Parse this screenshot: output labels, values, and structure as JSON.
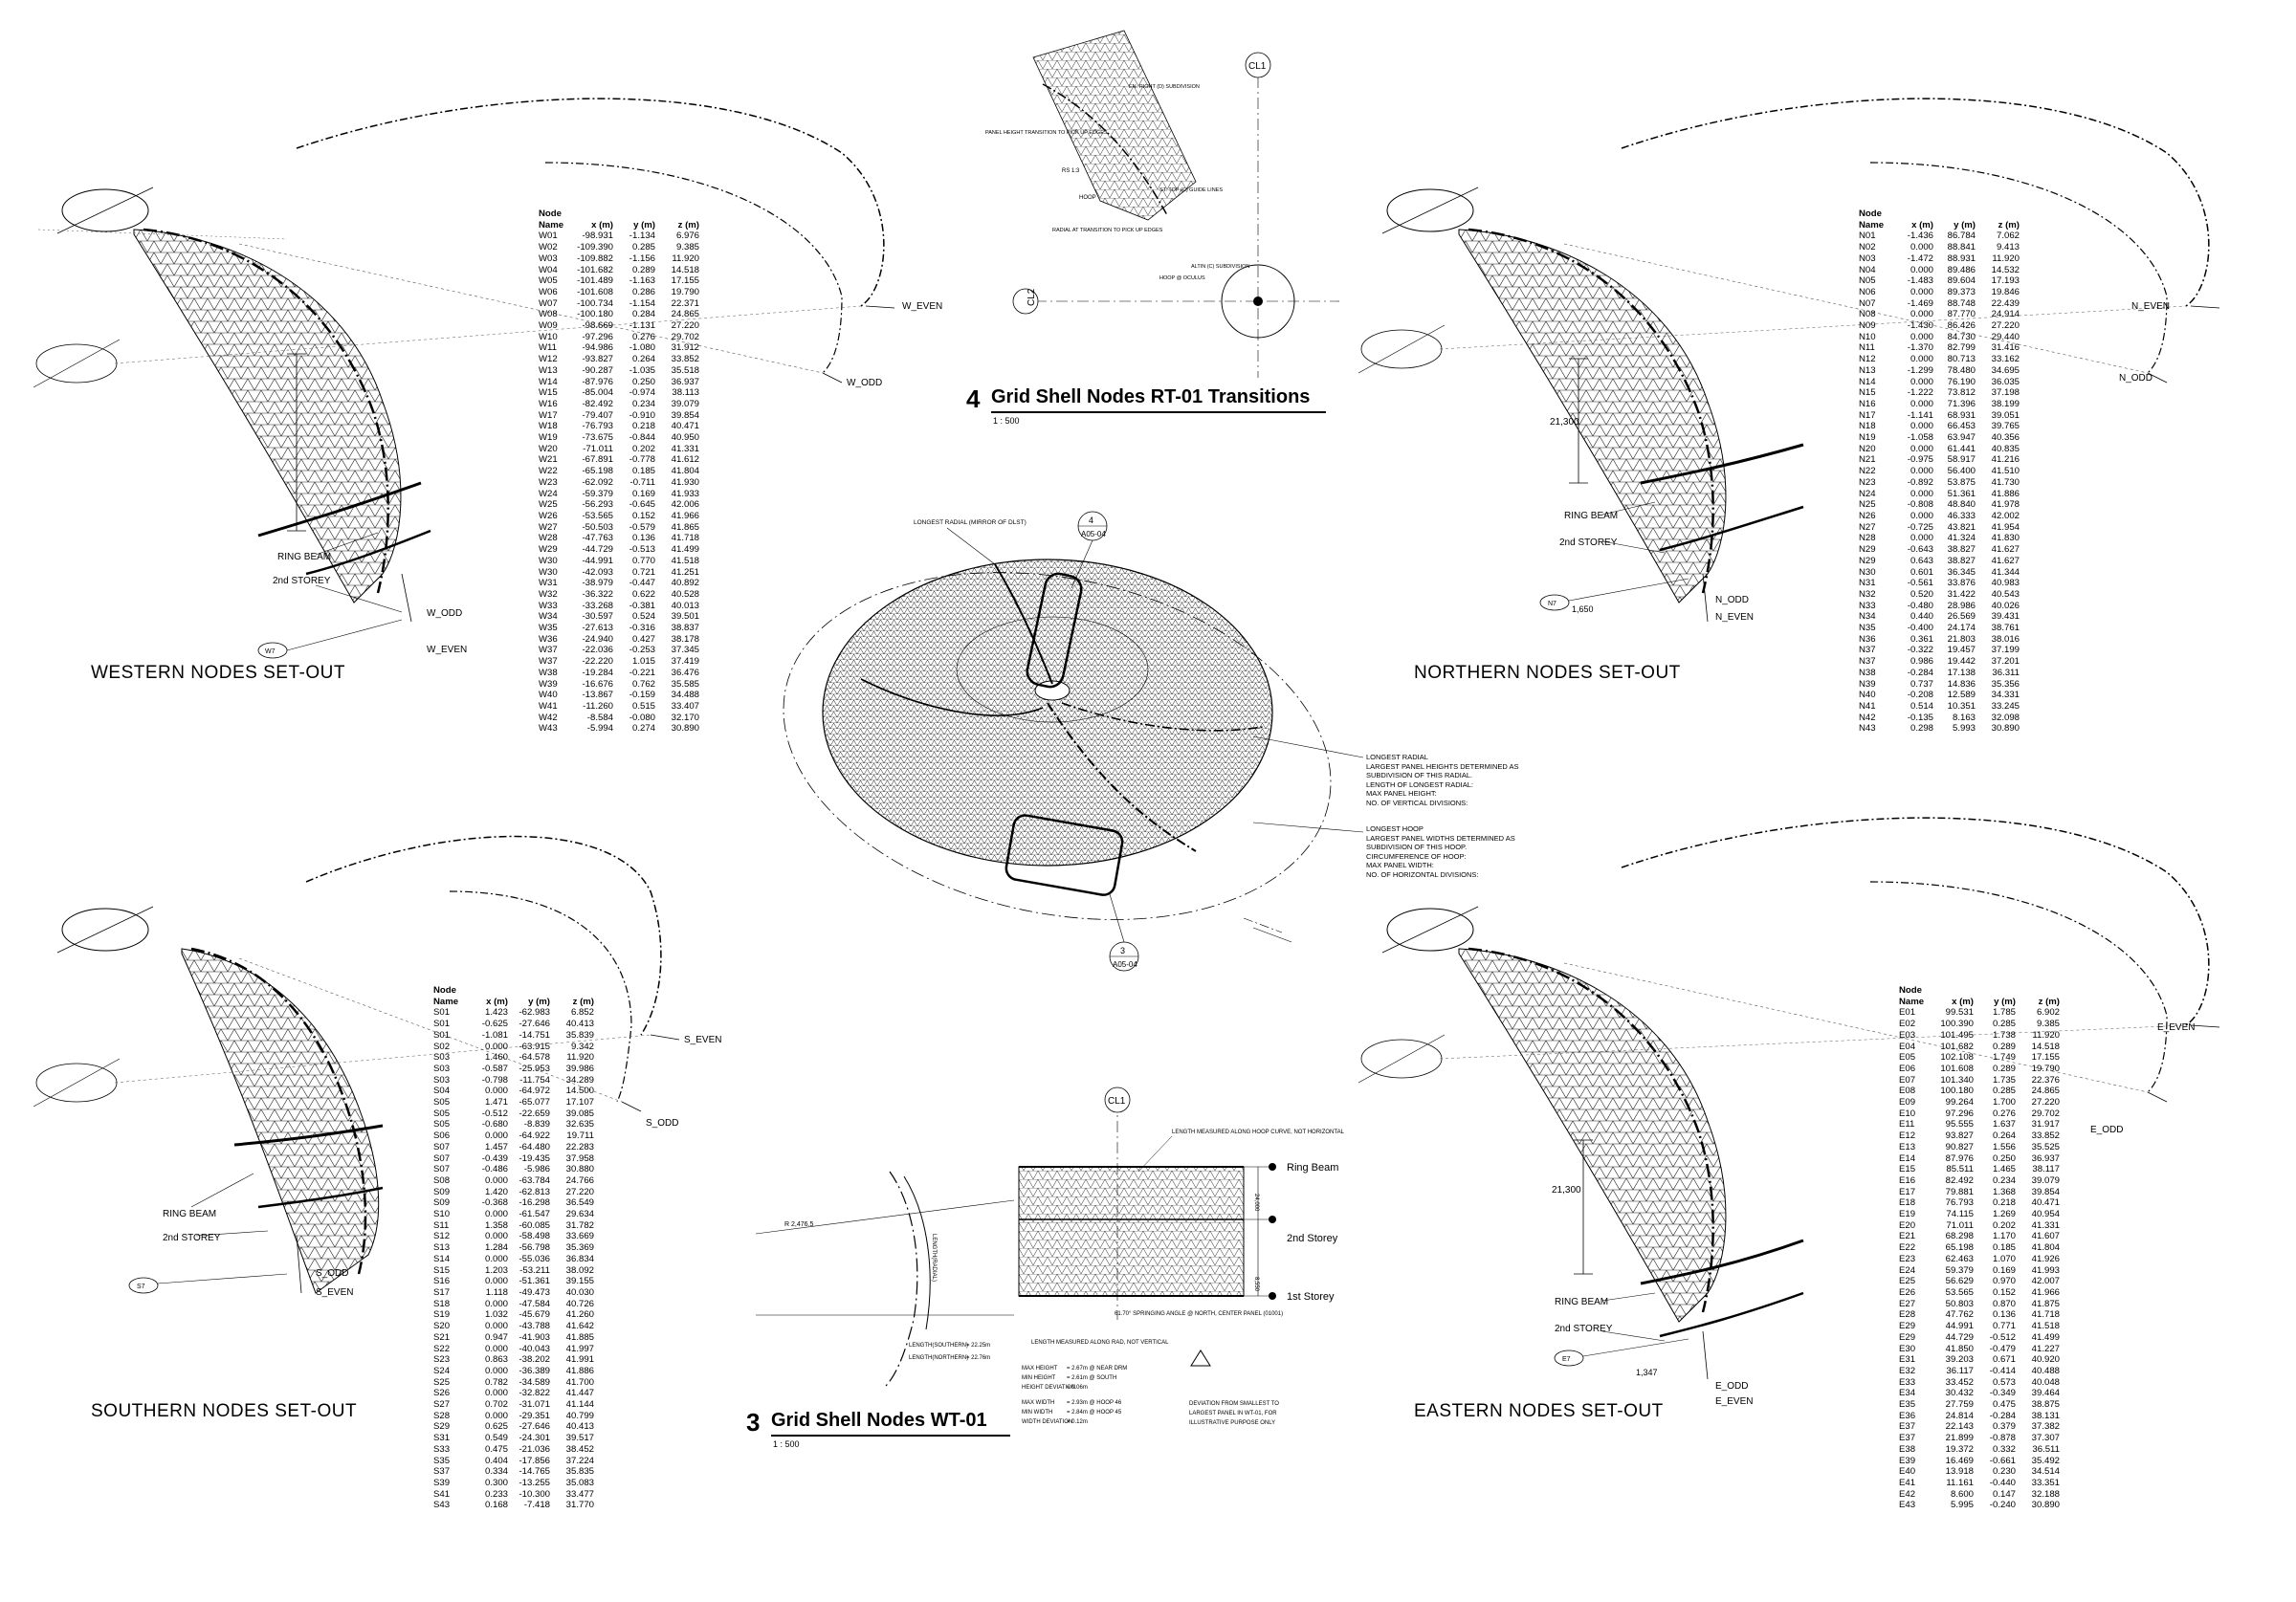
{
  "panels": {
    "western": {
      "title": "WESTERN NODES SET-OUT",
      "ring_beam": "RING BEAM",
      "storey": "2nd STOREY",
      "odd": "W_ODD",
      "even": "W_EVEN",
      "tag": "W7"
    },
    "northern": {
      "title": "NORTHERN NODES SET-OUT",
      "ring_beam": "RING BEAM",
      "storey": "2nd STOREY",
      "odd": "N_ODD",
      "even": "N_EVEN",
      "tag": "N7",
      "dim": "21,300",
      "dim2": "1,650"
    },
    "southern": {
      "title": "SOUTHERN NODES SET-OUT",
      "ring_beam": "RING BEAM",
      "storey": "2nd STOREY",
      "odd": "S_ODD",
      "even": "S_EVEN",
      "tag": "S7"
    },
    "eastern": {
      "title": "EASTERN NODES SET-OUT",
      "ring_beam": "RING BEAM",
      "storey": "2nd STOREY",
      "odd": "E_ODD",
      "even": "E_EVEN",
      "tag": "E7",
      "dim": "21,300",
      "dim2": "1,347"
    }
  },
  "tables": {
    "header": {
      "node": "Node",
      "name": "Name",
      "x": "x (m)",
      "y": "y (m)",
      "z": "z (m)"
    },
    "western": [
      [
        "W01",
        "-98.931",
        "-1.134",
        "6.976"
      ],
      [
        "W02",
        "-109.390",
        "0.285",
        "9.385"
      ],
      [
        "W03",
        "-109.882",
        "-1.156",
        "11.920"
      ],
      [
        "W04",
        "-101.682",
        "0.289",
        "14.518"
      ],
      [
        "W05",
        "-101.489",
        "-1.163",
        "17.155"
      ],
      [
        "W06",
        "-101.608",
        "0.286",
        "19.790"
      ],
      [
        "W07",
        "-100.734",
        "-1.154",
        "22.371"
      ],
      [
        "W08",
        "-100.180",
        "0.284",
        "24.865"
      ],
      [
        "W09",
        "-98.669",
        "-1.131",
        "27.220"
      ],
      [
        "W10",
        "-97.296",
        "0.276",
        "29.702"
      ],
      [
        "W11",
        "-94.986",
        "-1.080",
        "31.912"
      ],
      [
        "W12",
        "-93.827",
        "0.264",
        "33.852"
      ],
      [
        "W13",
        "-90.287",
        "-1.035",
        "35.518"
      ],
      [
        "W14",
        "-87.976",
        "0.250",
        "36.937"
      ],
      [
        "W15",
        "-85.004",
        "-0.974",
        "38.113"
      ],
      [
        "W16",
        "-82.492",
        "0.234",
        "39.079"
      ],
      [
        "W17",
        "-79.407",
        "-0.910",
        "39.854"
      ],
      [
        "W18",
        "-76.793",
        "0.218",
        "40.471"
      ],
      [
        "W19",
        "-73.675",
        "-0.844",
        "40.950"
      ],
      [
        "W20",
        "-71.011",
        "0.202",
        "41.331"
      ],
      [
        "W21",
        "-67.891",
        "-0.778",
        "41.612"
      ],
      [
        "W22",
        "-65.198",
        "0.185",
        "41.804"
      ],
      [
        "W23",
        "-62.092",
        "-0.711",
        "41.930"
      ],
      [
        "W24",
        "-59.379",
        "0.169",
        "41.933"
      ],
      [
        "W25",
        "-56.293",
        "-0.645",
        "42.006"
      ],
      [
        "W26",
        "-53.565",
        "0.152",
        "41.966"
      ],
      [
        "W27",
        "-50.503",
        "-0.579",
        "41.865"
      ],
      [
        "W28",
        "-47.763",
        "0.136",
        "41.718"
      ],
      [
        "W29",
        "-44.729",
        "-0.513",
        "41.499"
      ],
      [
        "W30",
        "-44.991",
        "0.770",
        "41.518"
      ],
      [
        "W30",
        "-42.093",
        "0.721",
        "41.251"
      ],
      [
        "W31",
        "-38.979",
        "-0.447",
        "40.892"
      ],
      [
        "W32",
        "-36.322",
        "0.622",
        "40.528"
      ],
      [
        "W33",
        "-33.268",
        "-0.381",
        "40.013"
      ],
      [
        "W34",
        "-30.597",
        "0.524",
        "39.501"
      ],
      [
        "W35",
        "-27.613",
        "-0.316",
        "38.837"
      ],
      [
        "W36",
        "-24.940",
        "0.427",
        "38.178"
      ],
      [
        "W37",
        "-22.036",
        "-0.253",
        "37.345"
      ],
      [
        "W37",
        "-22.220",
        "1.015",
        "37.419"
      ],
      [
        "W38",
        "-19.284",
        "-0.221",
        "36.476"
      ],
      [
        "W39",
        "-16.676",
        "0.762",
        "35.585"
      ],
      [
        "W40",
        "-13.867",
        "-0.159",
        "34.488"
      ],
      [
        "W41",
        "-11.260",
        "0.515",
        "33.407"
      ],
      [
        "W42",
        "-8.584",
        "-0.080",
        "32.170"
      ],
      [
        "W43",
        "-5.994",
        "0.274",
        "30.890"
      ]
    ],
    "northern": [
      [
        "N01",
        "-1.436",
        "86.784",
        "7.062"
      ],
      [
        "N02",
        "0.000",
        "88.841",
        "9.413"
      ],
      [
        "N03",
        "-1.472",
        "88.931",
        "11.920"
      ],
      [
        "N04",
        "0.000",
        "89.486",
        "14.532"
      ],
      [
        "N05",
        "-1.483",
        "89.604",
        "17.193"
      ],
      [
        "N06",
        "0.000",
        "89.373",
        "19.846"
      ],
      [
        "N07",
        "-1.469",
        "88.748",
        "22.439"
      ],
      [
        "N08",
        "0.000",
        "87.770",
        "24.914"
      ],
      [
        "N09",
        "-1.430",
        "86.426",
        "27.220"
      ],
      [
        "N10",
        "0.000",
        "84.730",
        "29.440"
      ],
      [
        "N11",
        "-1.370",
        "82.799",
        "31.416"
      ],
      [
        "N12",
        "0.000",
        "80.713",
        "33.162"
      ],
      [
        "N13",
        "-1.299",
        "78.480",
        "34.695"
      ],
      [
        "N14",
        "0.000",
        "76.190",
        "36.035"
      ],
      [
        "N15",
        "-1.222",
        "73.812",
        "37.198"
      ],
      [
        "N16",
        "0.000",
        "71.396",
        "38.199"
      ],
      [
        "N17",
        "-1.141",
        "68.931",
        "39.051"
      ],
      [
        "N18",
        "0.000",
        "66.453",
        "39.765"
      ],
      [
        "N19",
        "-1.058",
        "63.947",
        "40.356"
      ],
      [
        "N20",
        "0.000",
        "61.441",
        "40.835"
      ],
      [
        "N21",
        "-0.975",
        "58.917",
        "41.216"
      ],
      [
        "N22",
        "0.000",
        "56.400",
        "41.510"
      ],
      [
        "N23",
        "-0.892",
        "53.875",
        "41.730"
      ],
      [
        "N24",
        "0.000",
        "51.361",
        "41.886"
      ],
      [
        "N25",
        "-0.808",
        "48.840",
        "41.978"
      ],
      [
        "N26",
        "0.000",
        "46.333",
        "42.002"
      ],
      [
        "N27",
        "-0.725",
        "43.821",
        "41.954"
      ],
      [
        "N28",
        "0.000",
        "41.324",
        "41.830"
      ],
      [
        "N29",
        "-0.643",
        "38.827",
        "41.627"
      ],
      [
        "N29",
        "0.643",
        "38.827",
        "41.627"
      ],
      [
        "N30",
        "0.601",
        "36.345",
        "41.344"
      ],
      [
        "N31",
        "-0.561",
        "33.876",
        "40.983"
      ],
      [
        "N32",
        "0.520",
        "31.422",
        "40.543"
      ],
      [
        "N33",
        "-0.480",
        "28.986",
        "40.026"
      ],
      [
        "N34",
        "0.440",
        "26.569",
        "39.431"
      ],
      [
        "N35",
        "-0.400",
        "24.174",
        "38.761"
      ],
      [
        "N36",
        "0.361",
        "21.803",
        "38.016"
      ],
      [
        "N37",
        "-0.322",
        "19.457",
        "37.199"
      ],
      [
        "N37",
        "0.986",
        "19.442",
        "37.201"
      ],
      [
        "N38",
        "-0.284",
        "17.138",
        "36.311"
      ],
      [
        "N39",
        "0.737",
        "14.836",
        "35.356"
      ],
      [
        "N40",
        "-0.208",
        "12.589",
        "34.331"
      ],
      [
        "N41",
        "0.514",
        "10.351",
        "33.245"
      ],
      [
        "N42",
        "-0.135",
        "8.163",
        "32.098"
      ],
      [
        "N43",
        "0.298",
        "5.993",
        "30.890"
      ]
    ],
    "southern": [
      [
        "S01",
        "1.423",
        "-62.983",
        "6.852"
      ],
      [
        "S01",
        "-0.625",
        "-27.646",
        "40.413"
      ],
      [
        "S01",
        "-1.081",
        "-14.751",
        "35.839"
      ],
      [
        "S02",
        "0.000",
        "-63.915",
        "9.342"
      ],
      [
        "S03",
        "1.460",
        "-64.578",
        "11.920"
      ],
      [
        "S03",
        "-0.587",
        "-25.953",
        "39.986"
      ],
      [
        "S03",
        "-0.798",
        "-11.754",
        "34.289"
      ],
      [
        "S04",
        "0.000",
        "-64.972",
        "14.500"
      ],
      [
        "S05",
        "1.471",
        "-65.077",
        "17.107"
      ],
      [
        "S05",
        "-0.512",
        "-22.659",
        "39.085"
      ],
      [
        "S05",
        "-0.680",
        "-8.839",
        "32.635"
      ],
      [
        "S06",
        "0.000",
        "-64.922",
        "19.711"
      ],
      [
        "S07",
        "1.457",
        "-64.480",
        "22.283"
      ],
      [
        "S07",
        "-0.439",
        "-19.435",
        "37.958"
      ],
      [
        "S07",
        "-0.486",
        "-5.986",
        "30.880"
      ],
      [
        "S08",
        "0.000",
        "-63.784",
        "24.766"
      ],
      [
        "S09",
        "1.420",
        "-62.813",
        "27.220"
      ],
      [
        "S09",
        "-0.368",
        "-16.298",
        "36.549"
      ],
      [
        "S10",
        "0.000",
        "-61.547",
        "29.634"
      ],
      [
        "S11",
        "1.358",
        "-60.085",
        "31.782"
      ],
      [
        "S12",
        "0.000",
        "-58.498",
        "33.669"
      ],
      [
        "S13",
        "1.284",
        "-56.798",
        "35.369"
      ],
      [
        "S14",
        "0.000",
        "-55.036",
        "36.834"
      ],
      [
        "S15",
        "1.203",
        "-53.211",
        "38.092"
      ],
      [
        "S16",
        "0.000",
        "-51.361",
        "39.155"
      ],
      [
        "S17",
        "1.118",
        "-49.473",
        "40.030"
      ],
      [
        "S18",
        "0.000",
        "-47.584",
        "40.726"
      ],
      [
        "S19",
        "1.032",
        "-45.679",
        "41.260"
      ],
      [
        "S20",
        "0.000",
        "-43.788",
        "41.642"
      ],
      [
        "S21",
        "0.947",
        "-41.903",
        "41.885"
      ],
      [
        "S22",
        "0.000",
        "-40.043",
        "41.997"
      ],
      [
        "S23",
        "0.863",
        "-38.202",
        "41.991"
      ],
      [
        "S24",
        "0.000",
        "-36.389",
        "41.886"
      ],
      [
        "S25",
        "0.782",
        "-34.589",
        "41.700"
      ],
      [
        "S26",
        "0.000",
        "-32.822",
        "41.447"
      ],
      [
        "S27",
        "0.702",
        "-31.071",
        "41.144"
      ],
      [
        "S28",
        "0.000",
        "-29.351",
        "40.799"
      ],
      [
        "S29",
        "0.625",
        "-27.646",
        "40.413"
      ],
      [
        "S31",
        "0.549",
        "-24.301",
        "39.517"
      ],
      [
        "S33",
        "0.475",
        "-21.036",
        "38.452"
      ],
      [
        "S35",
        "0.404",
        "-17.856",
        "37.224"
      ],
      [
        "S37",
        "0.334",
        "-14.765",
        "35.835"
      ],
      [
        "S39",
        "0.300",
        "-13.255",
        "35.083"
      ],
      [
        "S41",
        "0.233",
        "-10.300",
        "33.477"
      ],
      [
        "S43",
        "0.168",
        "-7.418",
        "31.770"
      ]
    ],
    "eastern": [
      [
        "E01",
        "99.531",
        "1.785",
        "6.902"
      ],
      [
        "E02",
        "100.390",
        "0.285",
        "9.385"
      ],
      [
        "E03",
        "101.495",
        "1.738",
        "11.920"
      ],
      [
        "E04",
        "101.682",
        "0.289",
        "14.518"
      ],
      [
        "E05",
        "102.108",
        "1.749",
        "17.155"
      ],
      [
        "E06",
        "101.608",
        "0.289",
        "19.790"
      ],
      [
        "E07",
        "101.340",
        "1.735",
        "22.376"
      ],
      [
        "E08",
        "100.180",
        "0.285",
        "24.865"
      ],
      [
        "E09",
        "99.264",
        "1.700",
        "27.220"
      ],
      [
        "E10",
        "97.296",
        "0.276",
        "29.702"
      ],
      [
        "E11",
        "95.555",
        "1.637",
        "31.917"
      ],
      [
        "E12",
        "93.827",
        "0.264",
        "33.852"
      ],
      [
        "E13",
        "90.827",
        "1.556",
        "35.525"
      ],
      [
        "E14",
        "87.976",
        "0.250",
        "36.937"
      ],
      [
        "E15",
        "85.511",
        "1.465",
        "38.117"
      ],
      [
        "E16",
        "82.492",
        "0.234",
        "39.079"
      ],
      [
        "E17",
        "79.881",
        "1.368",
        "39.854"
      ],
      [
        "E18",
        "76.793",
        "0.218",
        "40.471"
      ],
      [
        "E19",
        "74.115",
        "1.269",
        "40.954"
      ],
      [
        "E20",
        "71.011",
        "0.202",
        "41.331"
      ],
      [
        "E21",
        "68.298",
        "1.170",
        "41.607"
      ],
      [
        "E22",
        "65.198",
        "0.185",
        "41.804"
      ],
      [
        "E23",
        "62.463",
        "1.070",
        "41.926"
      ],
      [
        "E24",
        "59.379",
        "0.169",
        "41.993"
      ],
      [
        "E25",
        "56.629",
        "0.970",
        "42.007"
      ],
      [
        "E26",
        "53.565",
        "0.152",
        "41.966"
      ],
      [
        "E27",
        "50.803",
        "0.870",
        "41.875"
      ],
      [
        "E28",
        "47.762",
        "0.136",
        "41.718"
      ],
      [
        "E29",
        "44.991",
        "0.771",
        "41.518"
      ],
      [
        "E29",
        "44.729",
        "-0.512",
        "41.499"
      ],
      [
        "E30",
        "41.850",
        "-0.479",
        "41.227"
      ],
      [
        "E31",
        "39.203",
        "0.671",
        "40.920"
      ],
      [
        "E32",
        "36.117",
        "-0.414",
        "40.488"
      ],
      [
        "E33",
        "33.452",
        "0.573",
        "40.048"
      ],
      [
        "E34",
        "30.432",
        "-0.349",
        "39.464"
      ],
      [
        "E35",
        "27.759",
        "0.475",
        "38.875"
      ],
      [
        "E36",
        "24.814",
        "-0.284",
        "38.131"
      ],
      [
        "E37",
        "22.143",
        "0.379",
        "37.382"
      ],
      [
        "E37",
        "21.899",
        "-0.878",
        "37.307"
      ],
      [
        "E38",
        "19.372",
        "0.332",
        "36.511"
      ],
      [
        "E39",
        "16.469",
        "-0.661",
        "35.492"
      ],
      [
        "E40",
        "13.918",
        "0.230",
        "34.514"
      ],
      [
        "E41",
        "11.161",
        "-0.440",
        "33.351"
      ],
      [
        "E42",
        "8.600",
        "0.147",
        "32.188"
      ],
      [
        "E43",
        "5.995",
        "-0.240",
        "30.890"
      ]
    ]
  },
  "details": {
    "rt01": {
      "number": "4",
      "title": "Grid Shell Nodes RT-01 Transitions",
      "scale": "1 : 500",
      "cl1": "CL1",
      "cl2": "CL2",
      "notes": [
        "PANEL HEIGHT TRANSITION TO PICK UP EDGES",
        "EN. RIGHT (D) SUBDIVISION",
        "RS 1:3",
        "HOOP",
        "ST. TOP (C) GUIDE LINES",
        "RADIAL AT TRANSITION TO PICK UP EDGES",
        "HOOP @ OCULUS",
        "ALTIN (C) SUBDIVISION"
      ]
    },
    "wt01": {
      "number": "3",
      "title": "Grid Shell Nodes WT-01",
      "scale": "1 : 500",
      "cl1": "CL1",
      "ring_beam": "Ring Beam",
      "storey2": "2nd Storey",
      "storey1": "1st Storey",
      "length_along": "LENGTH MEASURED ALONG HOOP CURVE, NOT HORIZONTAL",
      "length_rad": "LENGTH MEASURED ALONG RAD, NOT VERTICAL",
      "springing": "61.70° SPRINGING ANGLE @ NORTH, CENTER PANEL (01001)",
      "radial_label": "LENGTH(RADIAL)",
      "r_dim": "R 2,476.5",
      "dim_v1": "24,000",
      "dim_v2": "8,550",
      "length_lines": [
        [
          "LENGTH(SOUTHERN)",
          "= 22.25m"
        ],
        [
          "LENGTH(NORTHERN)",
          "= 22.76m"
        ]
      ],
      "specs": [
        [
          "MAX HEIGHT",
          "= 2.67m @ NEAR DRM"
        ],
        [
          "MIN HEIGHT",
          "= 2.61m @ SOUTH"
        ],
        [
          "HEIGHT DEVIATION",
          "= 0.06m"
        ],
        [
          "MAX WIDTH",
          "= 2.93m @ HOOP 46"
        ],
        [
          "MIN WIDTH",
          "= 2.84m @ HOOP 45"
        ],
        [
          "WIDTH DEVIATION",
          "= 0.12m"
        ]
      ],
      "deviation_note": [
        "DEVIATION FROM SMALLEST TO",
        "LARGEST PANEL IN WT-01, FOR",
        "ILLUSTRATIVE PURPOSE ONLY"
      ]
    },
    "torus": {
      "longest_radial_top": "LONGEST RADIAL (MIRROR OF DLST)",
      "callout4_num": "4",
      "callout4_ref": "A05-04",
      "callout3_num": "3",
      "callout3_ref": "A05-04",
      "notes_radial": [
        "LONGEST RADIAL",
        "LARGEST PANEL HEIGHTS DETERMINED AS",
        "SUBDIVISION OF THIS RADIAL.",
        "LENGTH OF LONGEST RADIAL:",
        "MAX PANEL HEIGHT:",
        "NO. OF VERTICAL DIVISIONS:"
      ],
      "notes_hoop": [
        "LONGEST HOOP",
        "LARGEST PANEL WIDTHS DETERMINED AS",
        "SUBDIVISION OF THIS HOOP.",
        "CIRCUMFERENCE OF HOOP:",
        "MAX PANEL WIDTH:",
        "NO. OF HORIZONTAL DIVISIONS:"
      ]
    }
  }
}
